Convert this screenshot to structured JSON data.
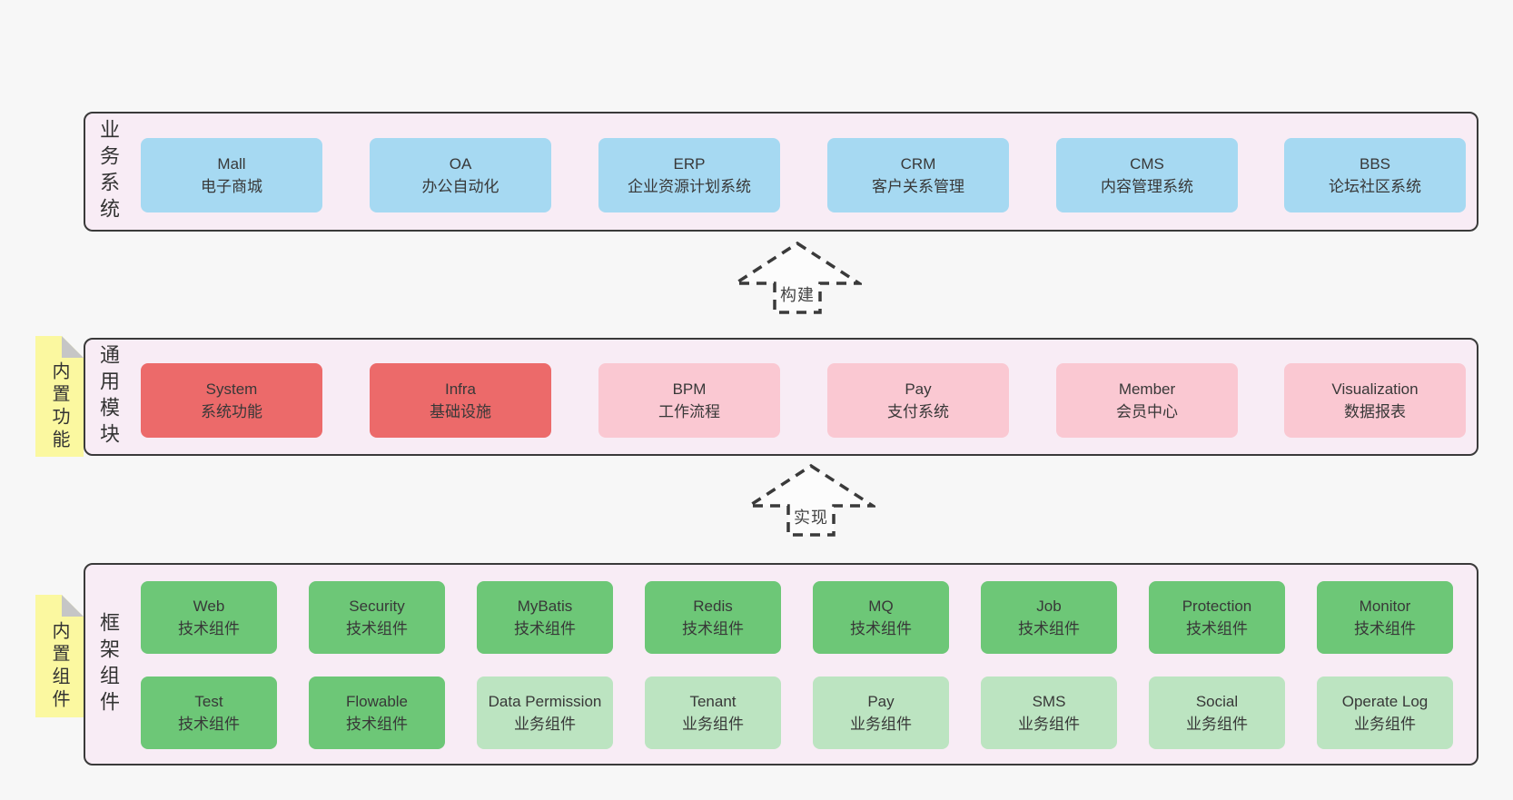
{
  "colors": {
    "container_fill": "#f8ecf5",
    "container_border": "#3a3a3a",
    "blue": "#a6d9f2",
    "red": "#ec6a6a",
    "pink": "#fac8d2",
    "green": "#6dc777",
    "green_light": "#bce4c1",
    "tag_yellow": "#fbf8a0",
    "tag_fold": "#c6c6c6",
    "text": "#3a3a3a"
  },
  "arrows": {
    "build": "构建",
    "implement": "实现"
  },
  "layers": {
    "business": {
      "label": "业务系统",
      "boxes": [
        {
          "title": "Mall",
          "subtitle": "电子商城"
        },
        {
          "title": "OA",
          "subtitle": "办公自动化"
        },
        {
          "title": "ERP",
          "subtitle": "企业资源计划系统"
        },
        {
          "title": "CRM",
          "subtitle": "客户关系管理"
        },
        {
          "title": "CMS",
          "subtitle": "内容管理系统"
        },
        {
          "title": "BBS",
          "subtitle": "论坛社区系统"
        }
      ]
    },
    "modules": {
      "label": "通用模块",
      "tag": "内置功能",
      "boxes": [
        {
          "title": "System",
          "subtitle": "系统功能",
          "variant": "red"
        },
        {
          "title": "Infra",
          "subtitle": "基础设施",
          "variant": "red"
        },
        {
          "title": "BPM",
          "subtitle": "工作流程",
          "variant": "pink"
        },
        {
          "title": "Pay",
          "subtitle": "支付系统",
          "variant": "pink"
        },
        {
          "title": "Member",
          "subtitle": "会员中心",
          "variant": "pink"
        },
        {
          "title": "Visualization",
          "subtitle": "数据报表",
          "variant": "pink"
        }
      ]
    },
    "framework": {
      "label": "框架组件",
      "tag": "内置组件",
      "boxes": [
        {
          "title": "Web",
          "subtitle": "技术组件",
          "variant": "green"
        },
        {
          "title": "Security",
          "subtitle": "技术组件",
          "variant": "green"
        },
        {
          "title": "MyBatis",
          "subtitle": "技术组件",
          "variant": "green"
        },
        {
          "title": "Redis",
          "subtitle": "技术组件",
          "variant": "green"
        },
        {
          "title": "MQ",
          "subtitle": "技术组件",
          "variant": "green"
        },
        {
          "title": "Job",
          "subtitle": "技术组件",
          "variant": "green"
        },
        {
          "title": "Protection",
          "subtitle": "技术组件",
          "variant": "green"
        },
        {
          "title": "Monitor",
          "subtitle": "技术组件",
          "variant": "green"
        },
        {
          "title": "Test",
          "subtitle": "技术组件",
          "variant": "green"
        },
        {
          "title": "Flowable",
          "subtitle": "技术组件",
          "variant": "green"
        },
        {
          "title": "Data Permission",
          "subtitle": "业务组件",
          "variant": "green-light"
        },
        {
          "title": "Tenant",
          "subtitle": "业务组件",
          "variant": "green-light"
        },
        {
          "title": "Pay",
          "subtitle": "业务组件",
          "variant": "green-light"
        },
        {
          "title": "SMS",
          "subtitle": "业务组件",
          "variant": "green-light"
        },
        {
          "title": "Social",
          "subtitle": "业务组件",
          "variant": "green-light"
        },
        {
          "title": "Operate Log",
          "subtitle": "业务组件",
          "variant": "green-light"
        }
      ]
    }
  }
}
